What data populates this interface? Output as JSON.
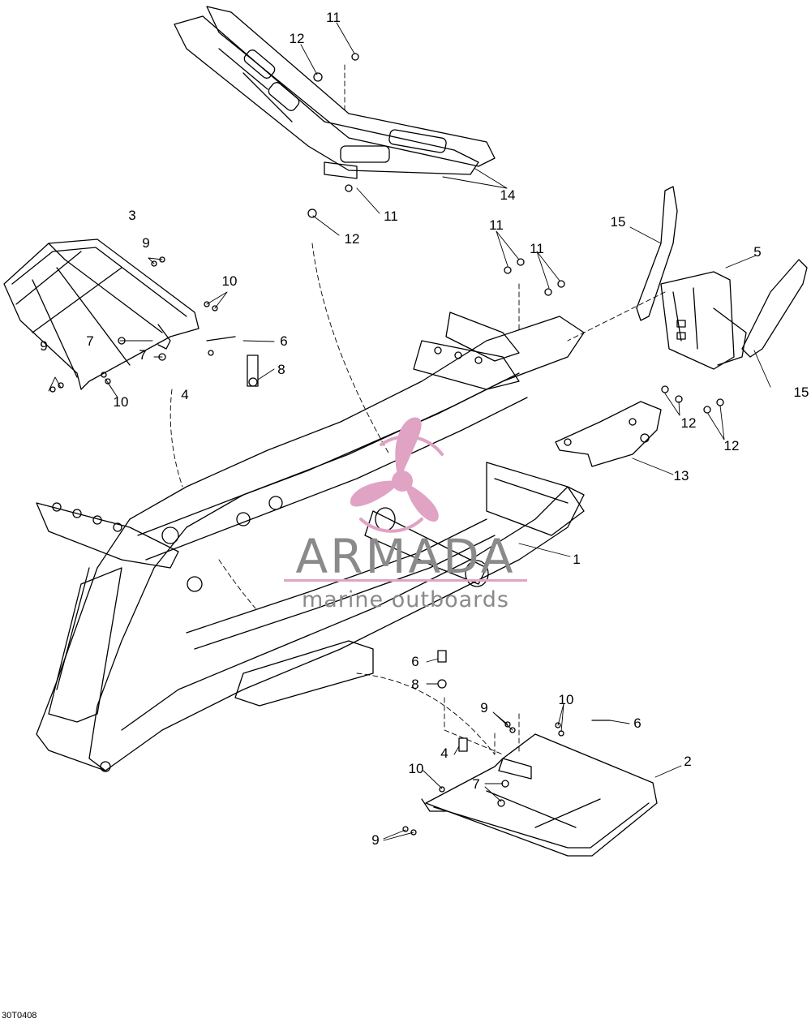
{
  "diagram": {
    "callouts": [
      {
        "id": "c1",
        "text": "1"
      },
      {
        "id": "c2",
        "text": "2"
      },
      {
        "id": "c3",
        "text": "3"
      },
      {
        "id": "c4a",
        "text": "4"
      },
      {
        "id": "c4b",
        "text": "4"
      },
      {
        "id": "c5",
        "text": "5"
      },
      {
        "id": "c6a",
        "text": "6"
      },
      {
        "id": "c6b",
        "text": "6"
      },
      {
        "id": "c6c",
        "text": "6"
      },
      {
        "id": "c7a",
        "text": "7"
      },
      {
        "id": "c7b",
        "text": "7"
      },
      {
        "id": "c7c",
        "text": "7"
      },
      {
        "id": "c8a",
        "text": "8"
      },
      {
        "id": "c8b",
        "text": "8"
      },
      {
        "id": "c9a",
        "text": "9"
      },
      {
        "id": "c9b",
        "text": "9"
      },
      {
        "id": "c9c",
        "text": "9"
      },
      {
        "id": "c9d",
        "text": "9"
      },
      {
        "id": "c10a",
        "text": "10"
      },
      {
        "id": "c10b",
        "text": "10"
      },
      {
        "id": "c10c",
        "text": "10"
      },
      {
        "id": "c10d",
        "text": "10"
      },
      {
        "id": "c11a",
        "text": "11"
      },
      {
        "id": "c11b",
        "text": "11"
      },
      {
        "id": "c11c",
        "text": "11"
      },
      {
        "id": "c11d",
        "text": "11"
      },
      {
        "id": "c12a",
        "text": "12"
      },
      {
        "id": "c12b",
        "text": "12"
      },
      {
        "id": "c12c",
        "text": "12"
      },
      {
        "id": "c12d",
        "text": "12"
      },
      {
        "id": "c13",
        "text": "13"
      },
      {
        "id": "c14",
        "text": "14"
      },
      {
        "id": "c15a",
        "text": "15"
      },
      {
        "id": "c15b",
        "text": "15"
      }
    ],
    "reference_code": "30T0408"
  },
  "watermark": {
    "title": "ARMADA",
    "subtitle": "marine outboards",
    "colors": {
      "title": "#8a8a8a",
      "subtitle": "#8a8a8a",
      "logo": "#e0a3c4",
      "underline": "#e0a3c4"
    }
  },
  "colors": {
    "line": "#000000",
    "background": "#ffffff"
  }
}
